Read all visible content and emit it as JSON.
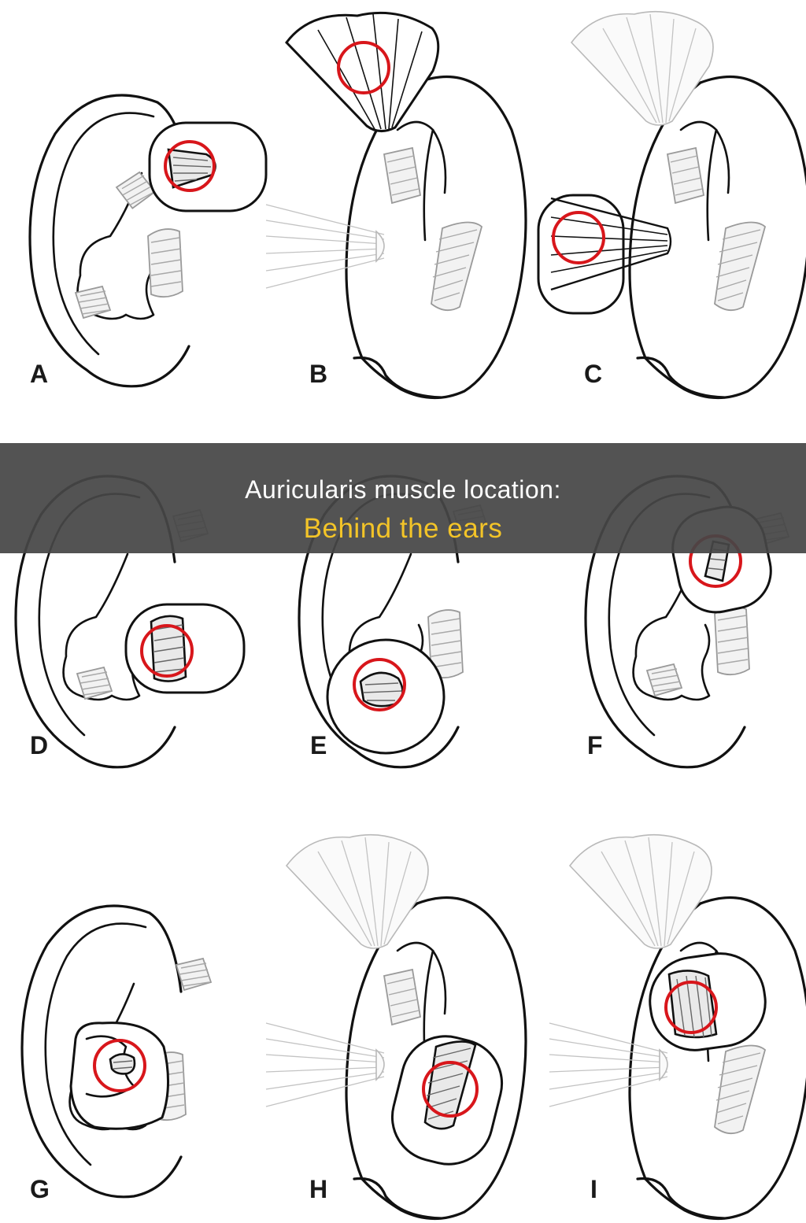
{
  "title": {
    "line1": "Auricularis muscle location:",
    "line2": "Behind the ears"
  },
  "panels": [
    "A",
    "B",
    "C",
    "D",
    "E",
    "F",
    "G",
    "H",
    "I"
  ],
  "colors": {
    "target_circle": "#d8161b",
    "title_band": "#464646",
    "title_line1": "#ffffff",
    "title_line2": "#f3c428"
  }
}
